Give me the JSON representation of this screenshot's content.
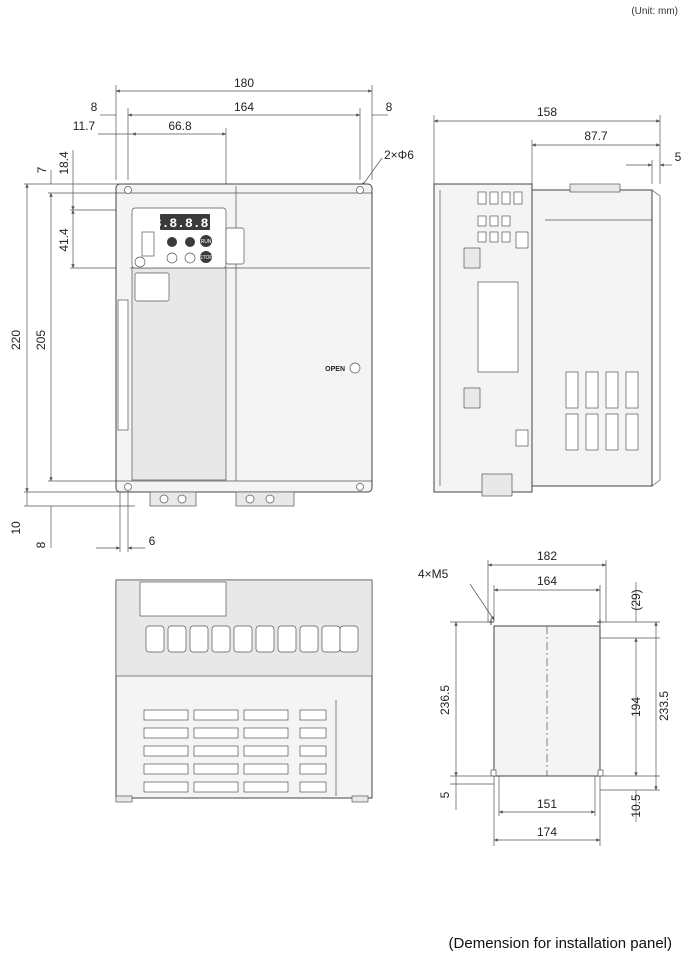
{
  "unit_label": "(Unit: mm)",
  "caption": "(Demension for installation panel)",
  "front_view": {
    "dims": {
      "overall_width": "180",
      "inner_width": "164",
      "left_margin": "8",
      "right_margin": "8",
      "left_offset": "11.7",
      "panel_offset": "66.8",
      "hole_label": "2×Φ6",
      "top_7": "7",
      "top_18_4": "18.4",
      "panel_41_4": "41.4",
      "height_220": "220",
      "height_205": "205",
      "bottom_10": "10",
      "bottom_8": "8",
      "bottom_6": "6"
    },
    "keypad": {
      "display": "8.8.8.8.",
      "run": "RUN",
      "stop": "STOP"
    },
    "open_label": "OPEN"
  },
  "side_view": {
    "dims": {
      "depth": "158",
      "depth_87_7": "87.7",
      "depth_5": "5"
    }
  },
  "panel_view": {
    "dims": {
      "width_182": "182",
      "width_164": "164",
      "screw_label": "4×M5",
      "top_29": "(29)",
      "height_236_5": "236.5",
      "height_194": "194",
      "height_233_5": "233.5",
      "bottom_5": "5",
      "width_151": "151",
      "width_174": "174",
      "bottom_10_5": "10.5"
    }
  },
  "colors": {
    "line": "#444444",
    "fill": "#f4f4f4",
    "dark": "#3a3a3a"
  }
}
